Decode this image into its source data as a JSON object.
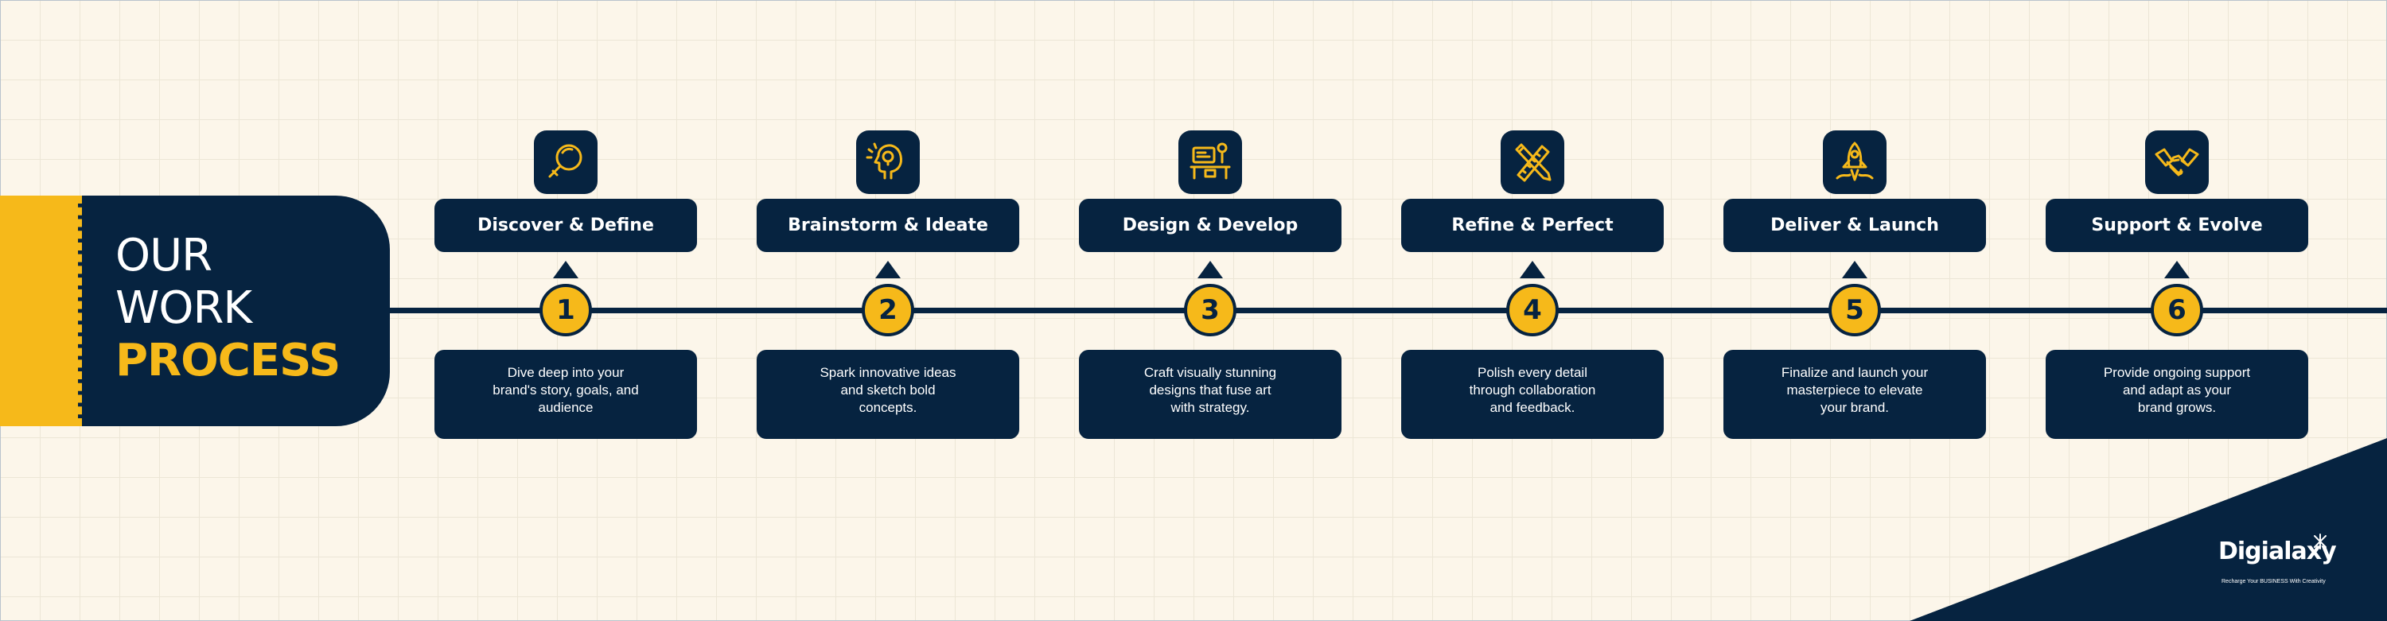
{
  "title": {
    "line1": "OUR",
    "line2": "WORK",
    "line3": "PROCESS"
  },
  "steps": [
    {
      "number": "1",
      "label": "Discover & Define",
      "icon": "magnifier-icon",
      "desc": [
        "Dive deep into your",
        "brand's story, goals, and",
        "audience"
      ]
    },
    {
      "number": "2",
      "label": "Brainstorm & Ideate",
      "icon": "idea-head-icon",
      "desc": [
        "Spark innovative ideas",
        "and sketch bold",
        "concepts."
      ]
    },
    {
      "number": "3",
      "label": "Design & Develop",
      "icon": "design-desk-icon",
      "desc": [
        "Craft visually stunning",
        "designs that fuse art",
        "with strategy."
      ]
    },
    {
      "number": "4",
      "label": "Refine & Perfect",
      "icon": "pencil-ruler-icon",
      "desc": [
        "Polish every detail",
        "through collaboration",
        "and feedback."
      ]
    },
    {
      "number": "5",
      "label": "Deliver & Launch",
      "icon": "rocket-icon",
      "desc": [
        "Finalize and launch your",
        "masterpiece to elevate",
        "your brand."
      ]
    },
    {
      "number": "6",
      "label": "Support & Evolve",
      "icon": "handshake-icon",
      "desc": [
        "Provide ongoing support",
        "and adapt as your",
        "brand grows."
      ]
    }
  ],
  "brand": {
    "name": "Digialaxy",
    "tagline": "Recharge Your BUSINESS With Creativity"
  },
  "colors": {
    "navy": "#062340",
    "accent": "#f6b91a",
    "background": "#fcf6ea"
  }
}
